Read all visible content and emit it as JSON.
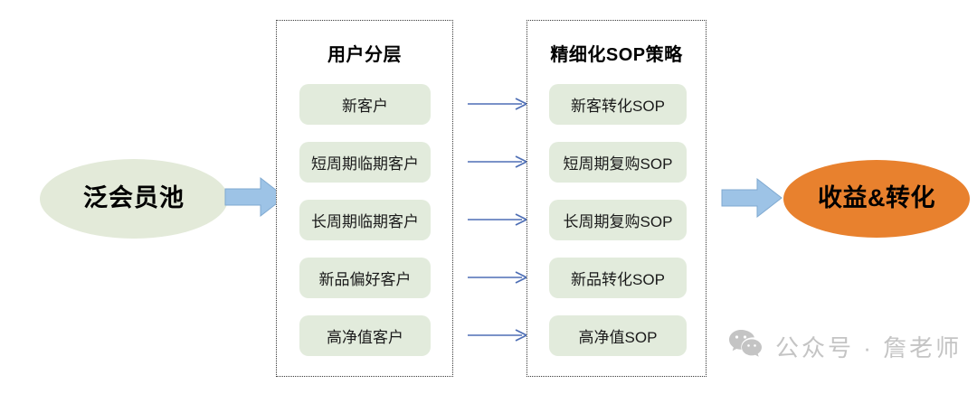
{
  "source": {
    "label": "泛会员池",
    "fill": "#e3ead9"
  },
  "outcome": {
    "label": "收益&转化",
    "fill": "#e8812e"
  },
  "arrows": {
    "block_fill": "#9dc3e6",
    "block_stroke": "#7fa9d0",
    "connector_color": "#4f6fb5",
    "intake_name": "intake-block-arrow",
    "outcome_name": "outcome-block-arrow"
  },
  "panels": [
    {
      "id": "segmentation",
      "title": "用户分层",
      "items": [
        {
          "label": "新客户"
        },
        {
          "label": "短周期临期客户"
        },
        {
          "label": "长周期临期客户"
        },
        {
          "label": "新品偏好客户"
        },
        {
          "label": "高净值客户"
        }
      ]
    },
    {
      "id": "sop",
      "title": "精细化SOP策略",
      "items": [
        {
          "label": "新客转化SOP"
        },
        {
          "label": "短周期复购SOP"
        },
        {
          "label": "长周期复购SOP"
        },
        {
          "label": "新品转化SOP"
        },
        {
          "label": "高净值SOP"
        }
      ]
    }
  ],
  "pill_fill": "#e2ebdc",
  "watermark": {
    "text": "公众号 · 詹老师",
    "icon": "wechat-icon",
    "color": "#c3c3c3"
  }
}
